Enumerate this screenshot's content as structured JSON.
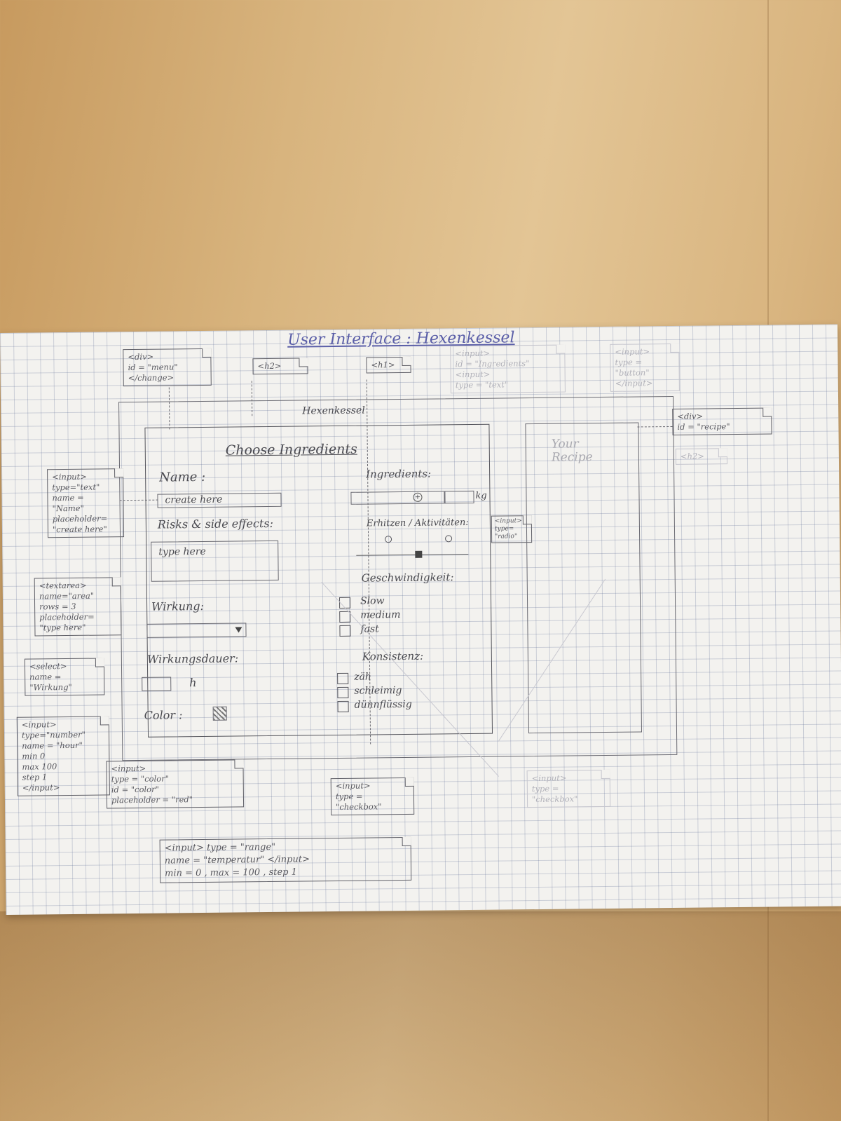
{
  "sheet": {
    "title": "User Interface : Hexenkessel",
    "subtitle": "Hexenkessel"
  },
  "form": {
    "heading": "Choose Ingredients",
    "name_label": "Name :",
    "name_value": "create here",
    "risks_label": "Risks & side effects:",
    "risks_value": "type here",
    "wirkung_label": "Wirkung:",
    "dauer_label": "Wirkungsdauer:",
    "dauer_unit": "h",
    "color_label": "Color :",
    "ingredients_label": "Ingredients:",
    "ingredients_unit": "kg",
    "erhitzen_label": "Erhitzen / Aktivitäten:",
    "speed_label": "Geschwindigkeit:",
    "speed_options": [
      "Slow",
      "medium",
      "fast"
    ],
    "consistency_label": "Konsistenz:",
    "consistency_options": [
      "zäh",
      "schleimig",
      "dünnflüssig"
    ]
  },
  "recipe": {
    "heading": "Your Recipe"
  },
  "notes": {
    "div_menu": [
      "<div>",
      "id = \"menu\"",
      "</change>"
    ],
    "h2": "<h2>",
    "h1": "<h1>",
    "div_recipe": [
      "<div>",
      "id = \"recipe\""
    ],
    "h2_recipe": "<h2>",
    "input_text": [
      "<input>",
      "type=\"text\"",
      "name =",
      "\"Name\"",
      "placeholder=",
      "\"create here\""
    ],
    "textarea": [
      "<textarea>",
      "name=\"area\"",
      "rows = 3",
      "placeholder=",
      "\"type here\""
    ],
    "select": [
      "<select>",
      "name =",
      "\"Wirkung\""
    ],
    "input_number": [
      "<input>",
      "type=\"number\"",
      "name = \"hour\"",
      "min 0",
      "max 100",
      "step 1",
      "</input>"
    ],
    "input_color": [
      "<input>",
      "type = \"color\"",
      "id = \"color\"",
      "placeholder = \"red\""
    ],
    "input_checkbox_1": [
      "<input>",
      "type =",
      "\"checkbox\""
    ],
    "input_checkbox_2": [
      "<input>",
      "type =",
      "\"checkbox\""
    ],
    "input_range": [
      "<input> type = \"range\"",
      "name = \"temperatur\"  </input>",
      "min = 0 , max = 100 , step 1"
    ],
    "faint_mid": [
      "<input>",
      "id = \"Ingredients\"",
      "<input>",
      "type = \"text\""
    ],
    "faint_right": [
      "<input>",
      "type =",
      "\"button\"",
      "</input>"
    ],
    "small_mid": [
      "<input>",
      "type=",
      "\"radio\""
    ]
  }
}
